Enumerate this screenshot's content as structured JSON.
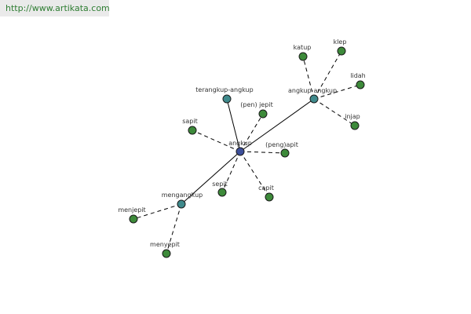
{
  "site": {
    "banner_text": "http://www.artikata.com"
  },
  "colors": {
    "center_node": "#3d4f9a",
    "branch_node": "#3f8a8c",
    "leaf_node": "#3d8a3a",
    "edge": "#000000",
    "banner_background": "#eaeaea",
    "banner_text": "#2e7d32"
  },
  "graph": {
    "nodes": [
      {
        "id": "angkup",
        "label": "angkup",
        "kind": "center"
      },
      {
        "id": "angkup-angkup",
        "label": "angkup-angkup",
        "kind": "branch"
      },
      {
        "id": "terangkup-angkup",
        "label": "terangkup-angkup",
        "kind": "branch"
      },
      {
        "id": "mengangkup",
        "label": "mengangkup",
        "kind": "branch"
      },
      {
        "id": "katup",
        "label": "katup",
        "kind": "leaf"
      },
      {
        "id": "klep",
        "label": "klep",
        "kind": "leaf"
      },
      {
        "id": "lidah",
        "label": "lidah",
        "kind": "leaf"
      },
      {
        "id": "injap",
        "label": "injap",
        "kind": "leaf"
      },
      {
        "id": "pen-jepit",
        "label": "(pen) jepit",
        "kind": "leaf"
      },
      {
        "id": "sapit",
        "label": "sapit",
        "kind": "leaf"
      },
      {
        "id": "peng-apit",
        "label": "(peng)apit",
        "kind": "leaf"
      },
      {
        "id": "sepit",
        "label": "sepit",
        "kind": "leaf"
      },
      {
        "id": "capit",
        "label": "capit",
        "kind": "leaf"
      },
      {
        "id": "menjepit",
        "label": "menjepit",
        "kind": "leaf"
      },
      {
        "id": "menyepit",
        "label": "menyepit",
        "kind": "leaf"
      }
    ],
    "edges": [
      {
        "from": "angkup",
        "to": "angkup-angkup",
        "style": "solid"
      },
      {
        "from": "angkup",
        "to": "terangkup-angkup",
        "style": "solid"
      },
      {
        "from": "angkup",
        "to": "mengangkup",
        "style": "solid"
      },
      {
        "from": "angkup",
        "to": "pen-jepit",
        "style": "dashed"
      },
      {
        "from": "angkup",
        "to": "sapit",
        "style": "dashed"
      },
      {
        "from": "angkup",
        "to": "peng-apit",
        "style": "dashed"
      },
      {
        "from": "angkup",
        "to": "sepit",
        "style": "dashed"
      },
      {
        "from": "angkup",
        "to": "capit",
        "style": "dashed"
      },
      {
        "from": "angkup-angkup",
        "to": "katup",
        "style": "dashed"
      },
      {
        "from": "angkup-angkup",
        "to": "klep",
        "style": "dashed"
      },
      {
        "from": "angkup-angkup",
        "to": "lidah",
        "style": "dashed"
      },
      {
        "from": "angkup-angkup",
        "to": "injap",
        "style": "dashed"
      },
      {
        "from": "mengangkup",
        "to": "menjepit",
        "style": "dashed"
      },
      {
        "from": "mengangkup",
        "to": "menyepit",
        "style": "dashed"
      }
    ]
  }
}
